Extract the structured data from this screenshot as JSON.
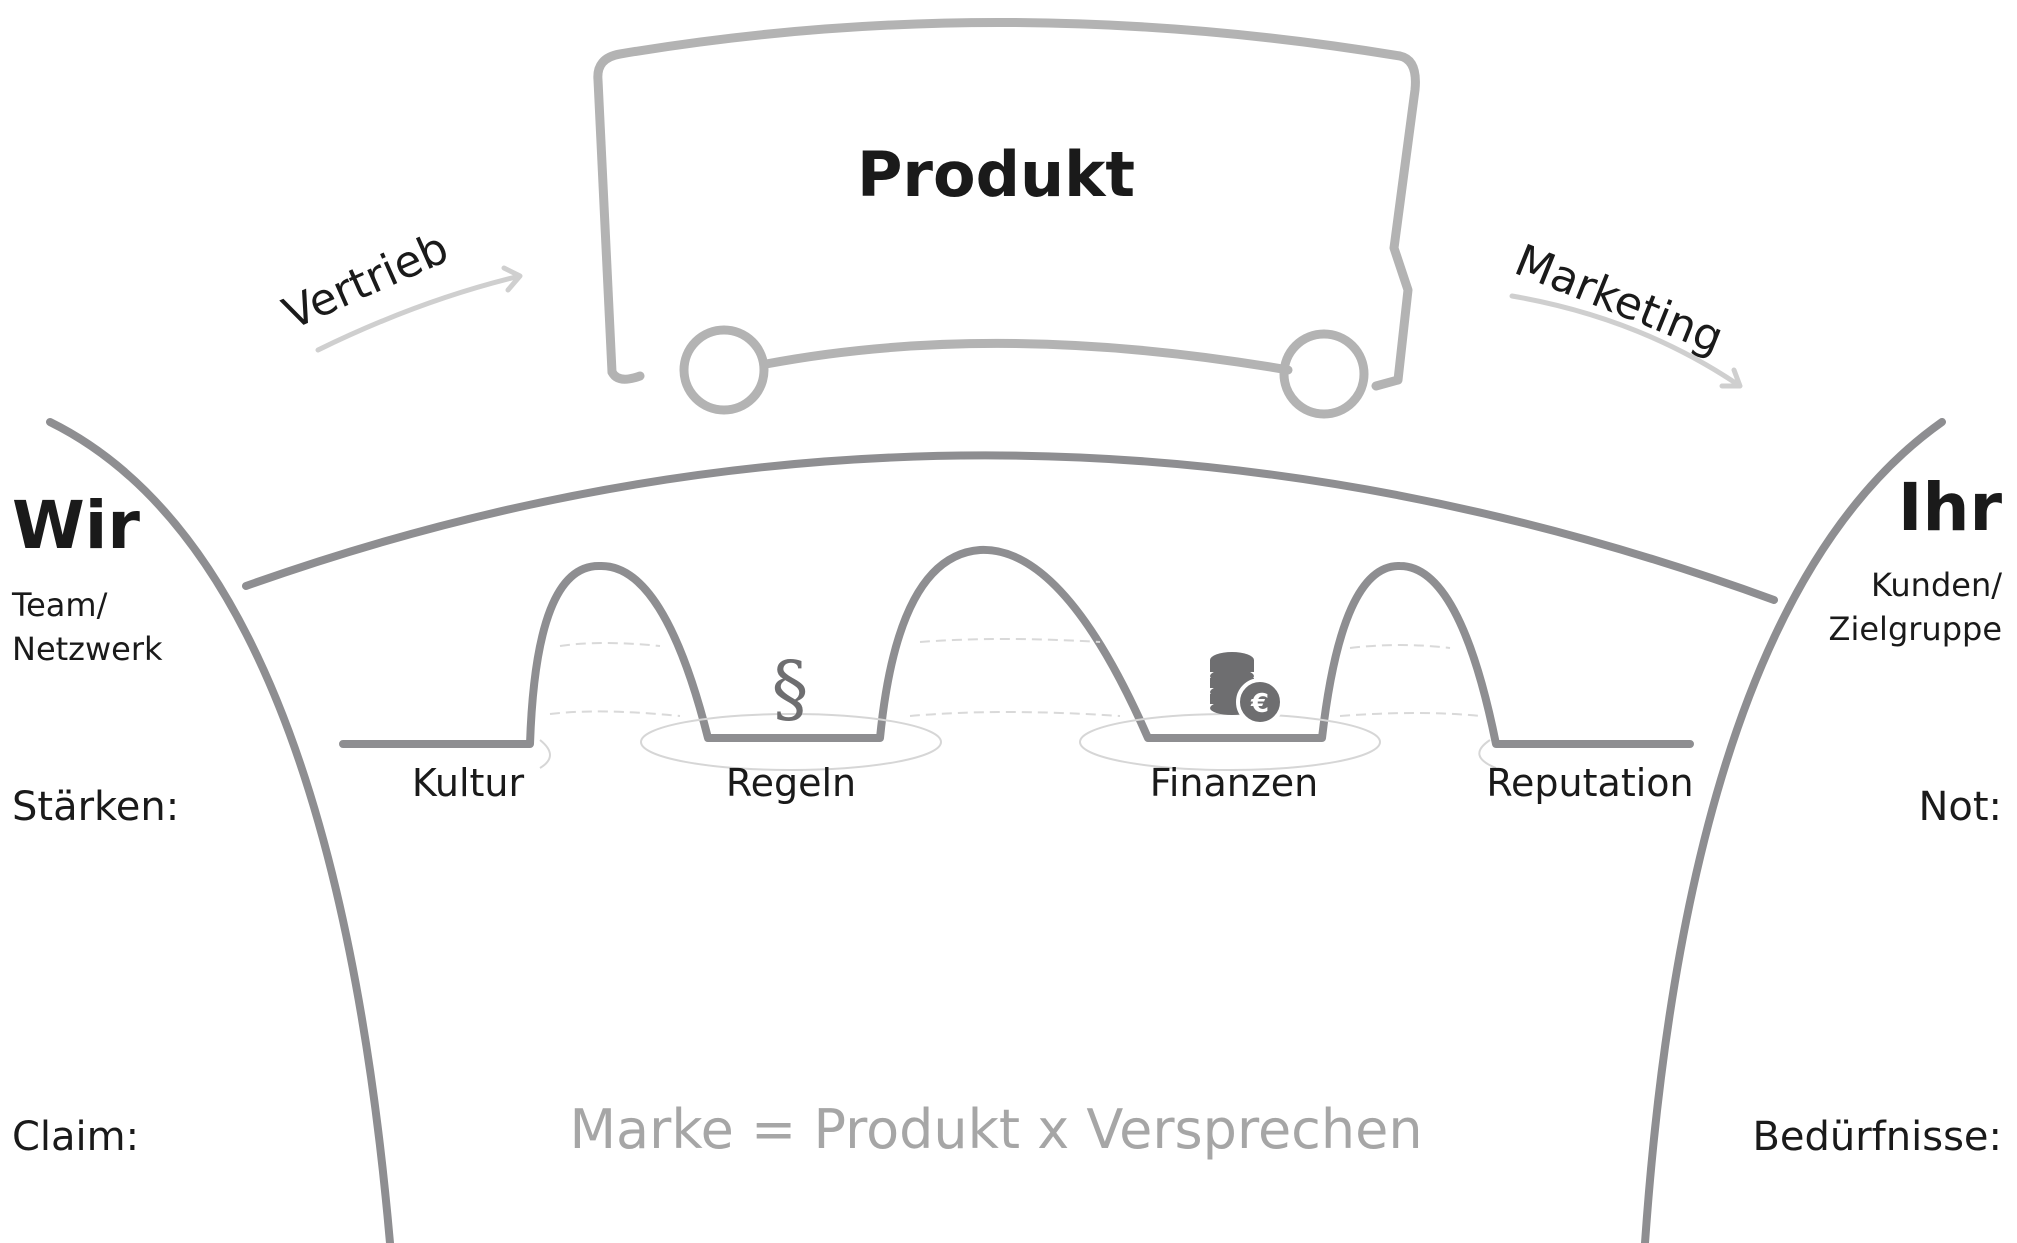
{
  "product": {
    "label": "Produkt"
  },
  "flows": {
    "left": "Vertrieb",
    "right": "Marketing"
  },
  "left_side": {
    "title": "Wir",
    "subtitle_line1": "Team/",
    "subtitle_line2": "Netzwerk",
    "strengths_label": "Stärken:",
    "claim_label": "Claim:"
  },
  "right_side": {
    "title": "Ihr",
    "subtitle_line1": "Kunden/",
    "subtitle_line2": "Zielgruppe",
    "need_label": "Not:",
    "needs_label": "Bedürfnisse:"
  },
  "pillars": [
    "Kultur",
    "Regeln",
    "Finanzen",
    "Reputation"
  ],
  "formula": "Marke = Produkt x Versprechen",
  "icons": {
    "regeln": "paragraph-icon",
    "finanzen": "euro-coins-icon"
  },
  "colors": {
    "ink": "#1a1a1a",
    "bridge": "#8e8e91",
    "vehicle": "#b3b3b3",
    "formula": "#a6a6a6"
  }
}
